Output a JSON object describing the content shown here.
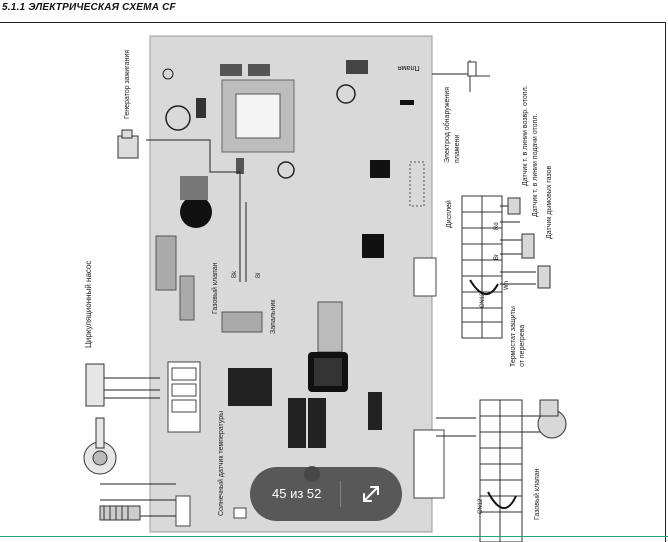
{
  "heading": "5.1.1  ЭЛЕКТРИЧЕСКАЯ СХЕМА CF",
  "labels": {
    "ignition_generator": "Генератор зажигания",
    "pump": "Циркуляционный насос",
    "gas_valve_top": "Газовый клапан",
    "igniter": "Запальник",
    "flame_electrode_1": "Электрод обнаружения",
    "flame_electrode_2": "пламени",
    "return_sensor": "Датчик т. в линии возвр. отопл.",
    "supply_sensor": "Датчик т. в линии подачи отопл.",
    "flue_sensor": "Датчик дымовых газов",
    "overheat_1": "Термостат защиты",
    "overheat_2": "от перегрева",
    "solar_sensor": "Солнечный датчик температуры",
    "gas_valve_bottom": "Газовый клапан",
    "display": "Дисплей",
    "flame": "Пламя",
    "cn12_top": "CN12",
    "cn12_bottom": "CN12",
    "wire_bk": "Bk",
    "wire_bl": "Bl",
    "wire_wh": "Wh",
    "wire_rd": "Rd",
    "wire_br": "Br"
  },
  "pager": {
    "text": "45 из 52",
    "expand_icon": "expand-icon"
  },
  "colors": {
    "board": "#d9d9d9",
    "pager_bg": "#464646",
    "accent_line": "#29a37a"
  }
}
